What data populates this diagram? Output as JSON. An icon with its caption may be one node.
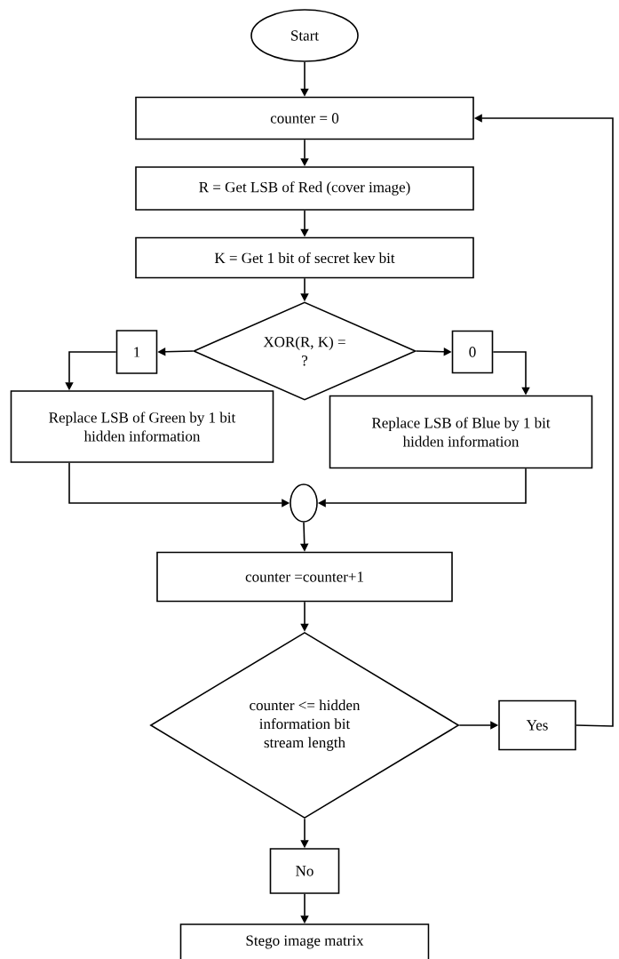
{
  "diagram": {
    "nodes": [
      {
        "text": [
          "Start"
        ]
      },
      {
        "text": [
          "counter = 0"
        ]
      },
      {
        "text": [
          "R = Get LSB of Red (cover image)"
        ]
      },
      {
        "text": [
          "K = Get 1 bit of secret kev bit"
        ]
      },
      {
        "text": [
          "XOR(R, K) = ?"
        ]
      },
      {
        "text": [
          "1"
        ]
      },
      {
        "text": [
          "0"
        ]
      },
      {
        "text": [
          "Replace LSB of Green by 1 bit hidden information"
        ]
      },
      {
        "text": [
          "Replace LSB of Blue by 1 bit hidden information"
        ]
      },
      {
        "text": [],
        "shape": "circle"
      },
      {
        "text": [
          "counter =counter+1"
        ]
      },
      {
        "text": [
          "counter <= hidden information bit stream length"
        ]
      },
      {
        "text": [
          "Yes"
        ]
      },
      {
        "text": [
          "No"
        ]
      },
      {
        "text": [
          "Stego image matrix"
        ]
      }
    ],
    "edges": [
      {
        "from": 0,
        "to": 1,
        "arrow": "to"
      },
      {
        "from": 1,
        "to": 2,
        "arrow": "to"
      },
      {
        "from": 2,
        "to": 3,
        "arrow": "to"
      },
      {
        "from": 3,
        "to": 4,
        "arrow": "to"
      },
      {
        "from": 4,
        "to": 5,
        "arrow": "to"
      },
      {
        "from": 5,
        "to": 7,
        "arrow": "to"
      },
      {
        "from": 4,
        "to": 6,
        "arrow": "to"
      },
      {
        "from": 6,
        "to": 8,
        "arrow": "to"
      },
      {
        "from": 7,
        "to": 9,
        "arrow": "to"
      },
      {
        "from": 8,
        "to": 9,
        "arrow": "to"
      },
      {
        "from": 9,
        "to": 10,
        "arrow": "to"
      },
      {
        "from": 10,
        "to": 11,
        "arrow": "to"
      },
      {
        "from": 11,
        "to": 12,
        "arrow": "to"
      },
      {
        "from": 12,
        "to": 1,
        "arrow": "to"
      },
      {
        "from": 11,
        "to": 13,
        "arrow": "to"
      },
      {
        "from": 13,
        "to": 14,
        "arrow": "to"
      }
    ]
  }
}
